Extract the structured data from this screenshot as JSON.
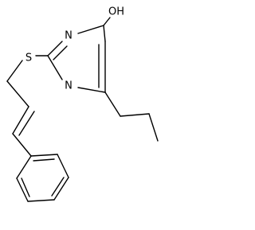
{
  "molecule": {
    "atoms": {
      "hydroxyl": "OH",
      "nitrogen_top": "N",
      "nitrogen_bottom": "N",
      "sulfur": "S"
    }
  },
  "colors": {
    "bond": "#000000",
    "label": "#000000",
    "background": "#ffffff"
  }
}
